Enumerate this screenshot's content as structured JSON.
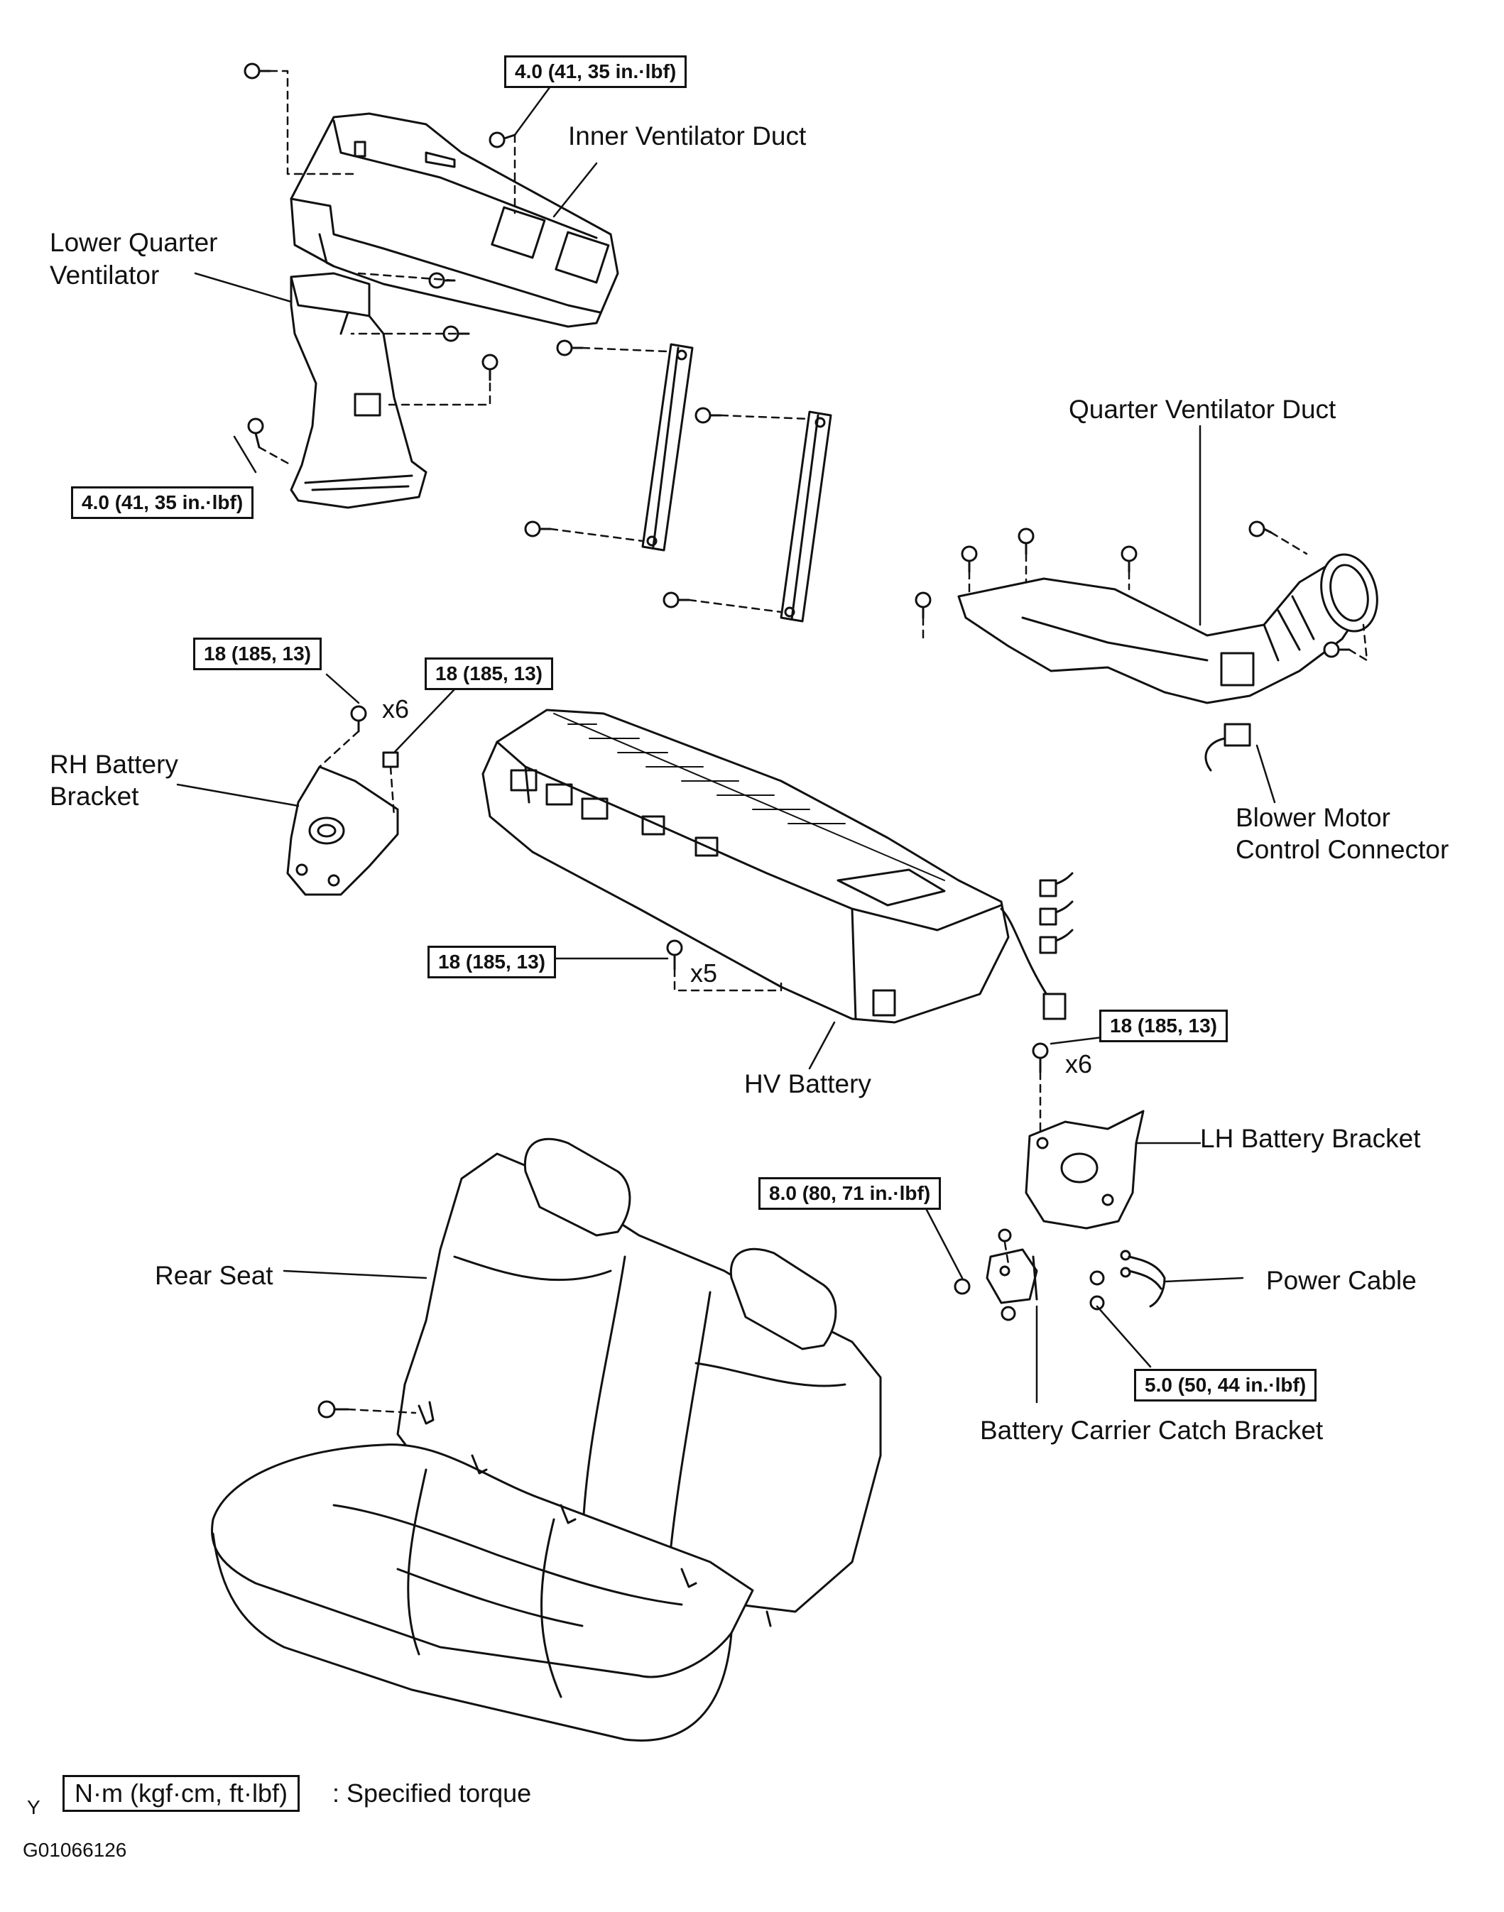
{
  "labels": {
    "inner_ventilator_duct": "Inner Ventilator Duct",
    "lower_quarter_ventilator_1": "Lower Quarter",
    "lower_quarter_ventilator_2": "Ventilator",
    "quarter_ventilator_duct": "Quarter Ventilator Duct",
    "rh_battery_bracket_1": "RH Battery",
    "rh_battery_bracket_2": "Bracket",
    "blower_motor_1": "Blower Motor",
    "blower_motor_2": "Control Connector",
    "hv_battery": "HV Battery",
    "lh_battery_bracket": "LH Battery Bracket",
    "rear_seat": "Rear Seat",
    "power_cable": "Power Cable",
    "battery_carrier_catch_bracket": "Battery Carrier Catch Bracket"
  },
  "torques": {
    "t_top": "4.0 (41, 35 in.·lbf)",
    "t_left": "4.0 (41, 35 in.·lbf)",
    "t_rh_1": "18 (185, 13)",
    "t_rh_2": "18 (185, 13)",
    "t_hv": "18 (185, 13)",
    "t_lh": "18 (185, 13)",
    "t_catch": "8.0 (80, 71 in.·lbf)",
    "t_power": "5.0 (50, 44 in.·lbf)"
  },
  "multipliers": {
    "rh": "x6",
    "hv": "x5",
    "lh": "x6"
  },
  "legend": {
    "box": "N·m (kgf·cm, ft·lbf)",
    "text": ": Specified torque"
  },
  "footer": {
    "marker": "Y",
    "code": "G01066126"
  }
}
